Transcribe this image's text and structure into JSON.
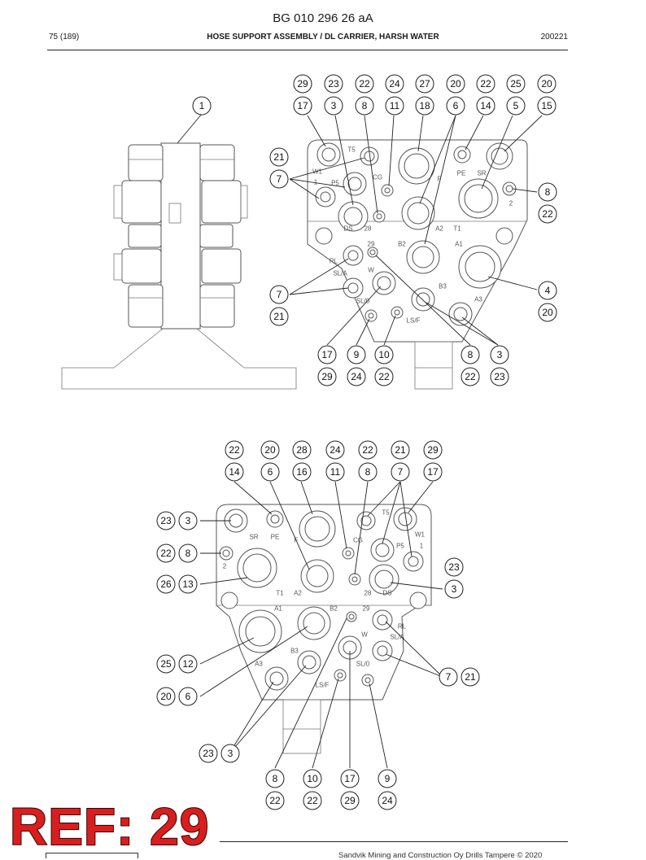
{
  "header": {
    "doc_code": "BG 010 296 26 aA",
    "page": "75 (189)",
    "title": "HOSE SUPPORT ASSEMBLY / DL CARRIER, HARSH WATER",
    "date_code": "200221"
  },
  "footer": {
    "copyright": "Sandvik Mining and Construction Oy Drills Tampere © 2020",
    "ref_label": "REF: 29"
  },
  "view_top": {
    "callouts": [
      {
        "top": "29",
        "bottom": "17"
      },
      {
        "top": "23",
        "bottom": "3"
      },
      {
        "top": "22",
        "bottom": "8"
      },
      {
        "top": "24",
        "bottom": "11"
      },
      {
        "top": "27",
        "bottom": "18"
      },
      {
        "top": "20",
        "bottom": "6"
      },
      {
        "top": "22",
        "bottom": "14"
      },
      {
        "top": "25",
        "bottom": "5"
      },
      {
        "top": "20",
        "bottom": "15"
      }
    ],
    "side_view_callout": "1",
    "left_callouts": [
      "21",
      "7",
      "7",
      "21"
    ],
    "right_callouts": [
      "8",
      "22",
      "4",
      "20"
    ],
    "bottom_callouts": [
      {
        "top": "17",
        "bottom": "29"
      },
      {
        "top": "9",
        "bottom": "24"
      },
      {
        "top": "10",
        "bottom": "22"
      },
      {
        "top": "8",
        "bottom": "22"
      },
      {
        "top": "3",
        "bottom": "23"
      }
    ],
    "ports": [
      "T5",
      "W1",
      "1",
      "P5",
      "CG",
      "F",
      "PE",
      "SR",
      "2",
      "DS",
      "28",
      "A2",
      "T1",
      "29",
      "B2",
      "A1",
      "RL",
      "SL/A",
      "W",
      "B3",
      "SL/0",
      "LS/F",
      "A3"
    ]
  },
  "view_bottom": {
    "callouts": [
      {
        "top": "22",
        "bottom": "14"
      },
      {
        "top": "20",
        "bottom": "6"
      },
      {
        "top": "28",
        "bottom": "16"
      },
      {
        "top": "24",
        "bottom": "11"
      },
      {
        "top": "22",
        "bottom": "8"
      },
      {
        "top": "21",
        "bottom": "7"
      },
      {
        "top": "29",
        "bottom": "17"
      }
    ],
    "left_pairs": [
      {
        "a": "23",
        "b": "3"
      },
      {
        "a": "22",
        "b": "8"
      },
      {
        "a": "26",
        "b": "13"
      },
      {
        "a": "25",
        "b": "12"
      },
      {
        "a": "20",
        "b": "6"
      },
      {
        "a": "23",
        "b": "3"
      }
    ],
    "right_pairs": [
      {
        "a": "23",
        "b": "3"
      },
      {
        "a": "7",
        "b": "21"
      }
    ],
    "bottom_callouts": [
      {
        "top": "8",
        "bottom": "22"
      },
      {
        "top": "10",
        "bottom": "22"
      },
      {
        "top": "17",
        "bottom": "29"
      },
      {
        "top": "9",
        "bottom": "24"
      }
    ],
    "ports": [
      "T5",
      "W1",
      "1",
      "P5",
      "CG",
      "F",
      "PE",
      "SR",
      "2",
      "DS",
      "28",
      "A2",
      "T1",
      "29",
      "B2",
      "A1",
      "RL",
      "SL/A",
      "W",
      "B3",
      "SL/0",
      "LS/F",
      "A3"
    ]
  }
}
